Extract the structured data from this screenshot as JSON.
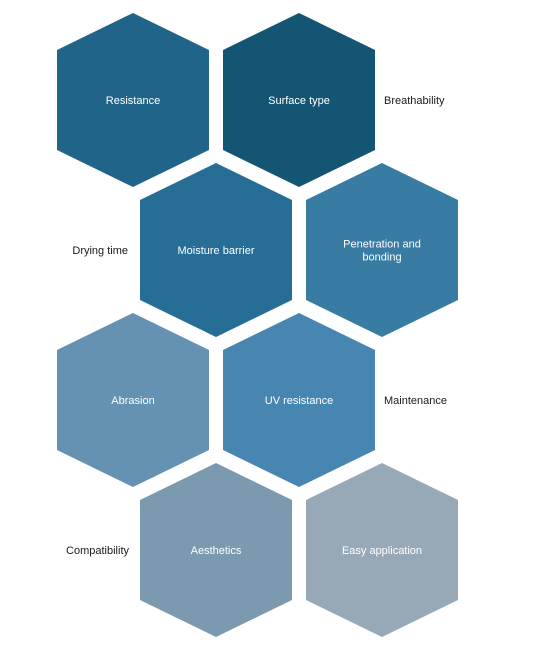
{
  "hexagons": [
    {
      "lines": [
        "Resistance"
      ],
      "color": "#206489"
    },
    {
      "lines": [
        "Surface type"
      ],
      "color": "#145574"
    },
    {
      "lines": [
        "Moisture barrier"
      ],
      "color": "#276e96"
    },
    {
      "lines": [
        "Penetration and",
        "bonding"
      ],
      "color": "#387ca4"
    },
    {
      "lines": [
        "Abrasion"
      ],
      "color": "#6592b3"
    },
    {
      "lines": [
        "UV resistance"
      ],
      "color": "#4786b1"
    },
    {
      "lines": [
        "Aesthetics"
      ],
      "color": "#7b9ab0"
    },
    {
      "lines": [
        "Easy application"
      ],
      "color": "#97a8b7"
    }
  ],
  "side_labels": [
    "Breathability",
    "Drying time",
    "Maintenance",
    "Compatibility"
  ]
}
